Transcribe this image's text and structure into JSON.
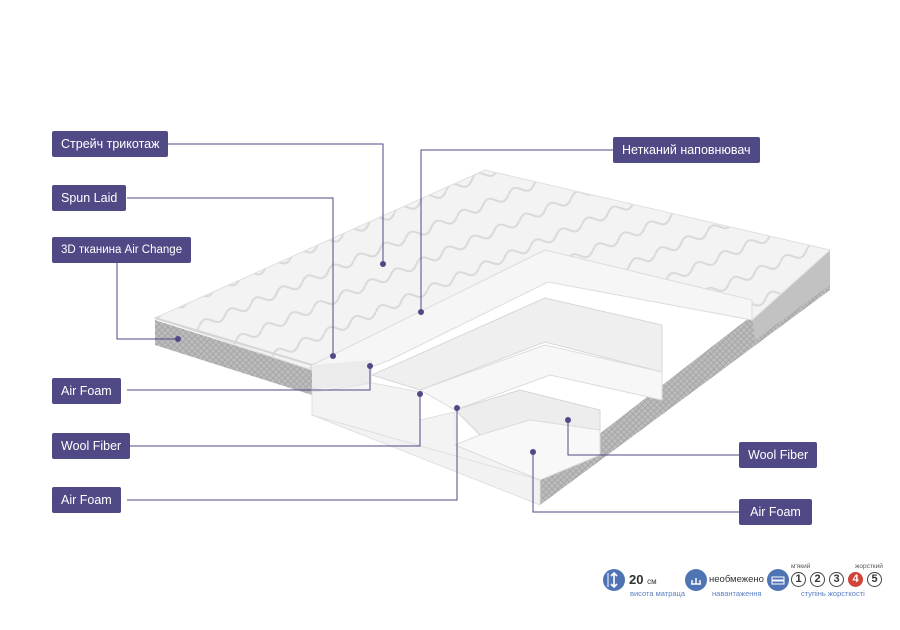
{
  "labels": {
    "stretch_knit": "Стрейч трикотаж",
    "spun_laid": "Spun Laid",
    "fabric_3d": "3D тканина Air Change",
    "air_foam_1": "Air Foam",
    "wool_fiber_1": "Wool Fiber",
    "air_foam_2": "Air Foam",
    "nonwoven_filler": "Нетканий наповнювач",
    "wool_fiber_2": "Wool Fiber",
    "air_foam_3": "Air Foam"
  },
  "info": {
    "height_value": "20",
    "height_unit": "см",
    "height_label": "висота матраца",
    "load_value": "необмежено",
    "load_label": "навантаження",
    "softness_label": "м'який",
    "hardness_label": "жорсткий",
    "firmness_scale": [
      "1",
      "2",
      "3",
      "4",
      "5"
    ],
    "firmness_active": 4,
    "firmness_label": "ступінь жорсткості"
  },
  "colors": {
    "label_bg": "#4f4a86",
    "info_blue": "#4f74b3",
    "active_red": "#d2433a"
  }
}
